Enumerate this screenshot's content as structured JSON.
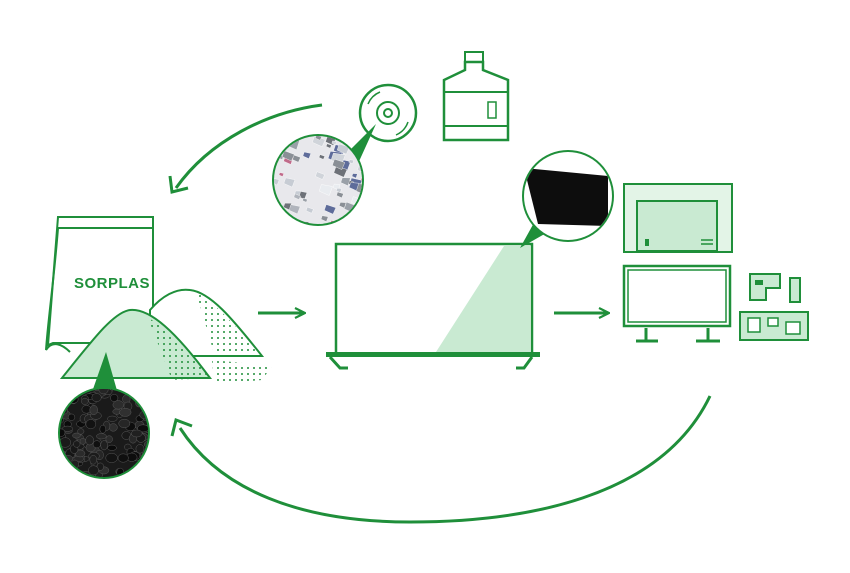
{
  "colors": {
    "green": "#1f8f3a",
    "light_green": "#c9ead2",
    "pale_green": "#e3f4e7",
    "white": "#ffffff",
    "dark": "#111111"
  },
  "bag": {
    "label": "SORPLAS"
  },
  "icons": [
    "cd-disc-icon",
    "water-bottle-icon",
    "plastic-flakes-photo",
    "plastic-pellets-photo",
    "tv-screen-photo",
    "tv-icon",
    "tv-rear-casing-icon",
    "tv-front-frame-icon",
    "circuit-parts-icon",
    "resin-bag-icon",
    "resin-powder-icon"
  ]
}
